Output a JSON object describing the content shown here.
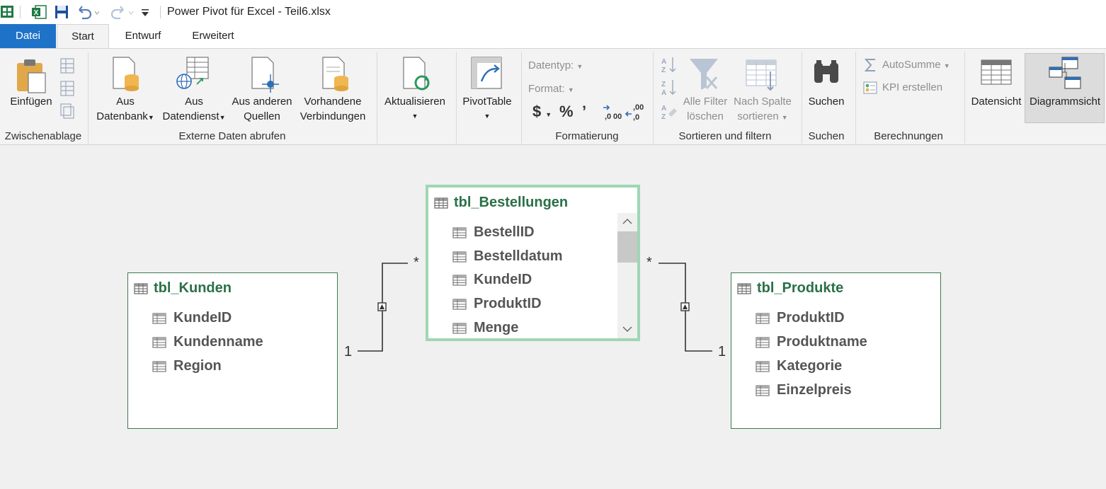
{
  "window": {
    "title": "Power Pivot für Excel - Teil6.xlsx"
  },
  "tabs": [
    {
      "label": "Datei"
    },
    {
      "label": "Start"
    },
    {
      "label": "Entwurf"
    },
    {
      "label": "Erweitert"
    }
  ],
  "ribbon": {
    "clipboard": {
      "paste": "Einfügen",
      "group": "Zwischenablage"
    },
    "external": {
      "from_db_1": "Aus",
      "from_db_2": "Datenbank",
      "from_service_1": "Aus",
      "from_service_2": "Datendienst",
      "other_1": "Aus anderen",
      "other_2": "Quellen",
      "existing_1": "Vorhandene",
      "existing_2": "Verbindungen",
      "group": "Externe Daten abrufen"
    },
    "refresh": {
      "label": "Aktualisieren"
    },
    "pivot": {
      "label": "PivotTable"
    },
    "format": {
      "datatype": "Datentyp:",
      "format": "Format:",
      "currency": "$",
      "percent": "%",
      "comma": "’",
      "group": "Formatierung"
    },
    "sort": {
      "clear_1": "Alle Filter",
      "clear_2": "löschen",
      "bycol_1": "Nach Spalte",
      "bycol_2": "sortieren",
      "group": "Sortieren und filtern"
    },
    "find": {
      "label": "Suchen",
      "group": "Suchen"
    },
    "calc": {
      "autosum": "AutoSumme",
      "kpi": "KPI erstellen",
      "group": "Berechnungen"
    },
    "view": {
      "data": "Datensicht",
      "diagram": "Diagrammsicht"
    }
  },
  "diagram": {
    "kunden": {
      "name": "tbl_Kunden",
      "columns": [
        "KundeID",
        "Kundenname",
        "Region"
      ]
    },
    "bestellungen": {
      "name": "tbl_Bestellungen",
      "columns": [
        "BestellID",
        "Bestelldatum",
        "KundeID",
        "ProduktID",
        "Menge"
      ]
    },
    "produkte": {
      "name": "tbl_Produkte",
      "columns": [
        "ProduktID",
        "Produktname",
        "Kategorie",
        "Einzelpreis"
      ]
    },
    "rel_one": "1",
    "rel_many": "*"
  }
}
